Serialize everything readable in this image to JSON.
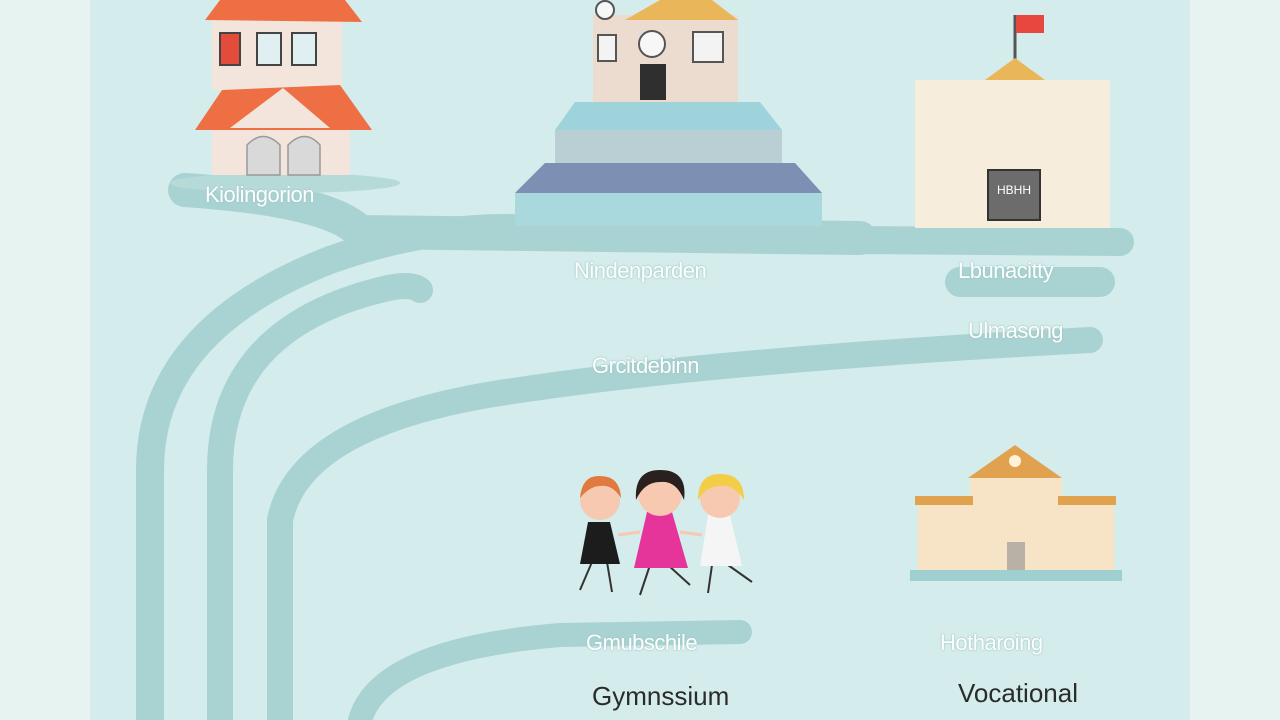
{
  "palette": {
    "background": "#e6f3f1",
    "panel": "#d4eceb",
    "path": "#a9d3d2",
    "roof_orange": "#ef6f45",
    "roof_gold": "#e9b75a",
    "flag_red": "#e8473d",
    "building_blue": "#7d8fb3",
    "column_gold": "#e0a24f"
  },
  "labels": {
    "kindergarten_top": "Kiolingorion",
    "kindergarten": "Nindenparden",
    "university": "Lbunacitty",
    "university_sub": "Ulmasong",
    "grundschule_top": "Grcitdebinn",
    "grundschule": "Gmubschile",
    "hochschule": "Hotharoing",
    "gymnasium": "Gymnssium",
    "vocational": "Vocational",
    "university_door_sign": "HBHH"
  }
}
